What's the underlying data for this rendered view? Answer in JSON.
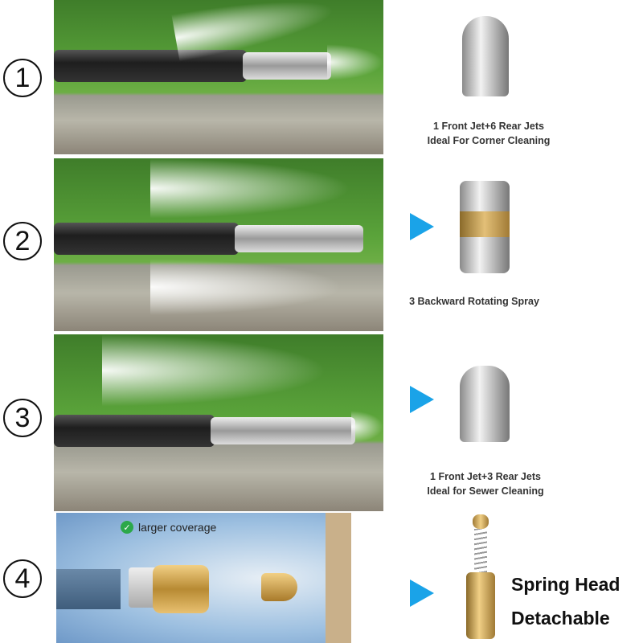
{
  "rows": [
    {
      "number": "1",
      "caption_line1": "1 Front Jet+6 Rear Jets",
      "caption_line2": "Ideal For Corner Cleaning"
    },
    {
      "number": "2",
      "caption_line1": "3 Backward Rotating Spray"
    },
    {
      "number": "3",
      "caption_line1": "1 Front Jet+3 Rear Jets",
      "caption_line2": "Ideal for Sewer Cleaning"
    },
    {
      "number": "4",
      "badge": "larger coverage",
      "title_line1": "Spring Head",
      "title_line2": "Detachable"
    }
  ],
  "colors": {
    "arrow": "#1aa3e8",
    "badge_check": "#2ca84a"
  }
}
